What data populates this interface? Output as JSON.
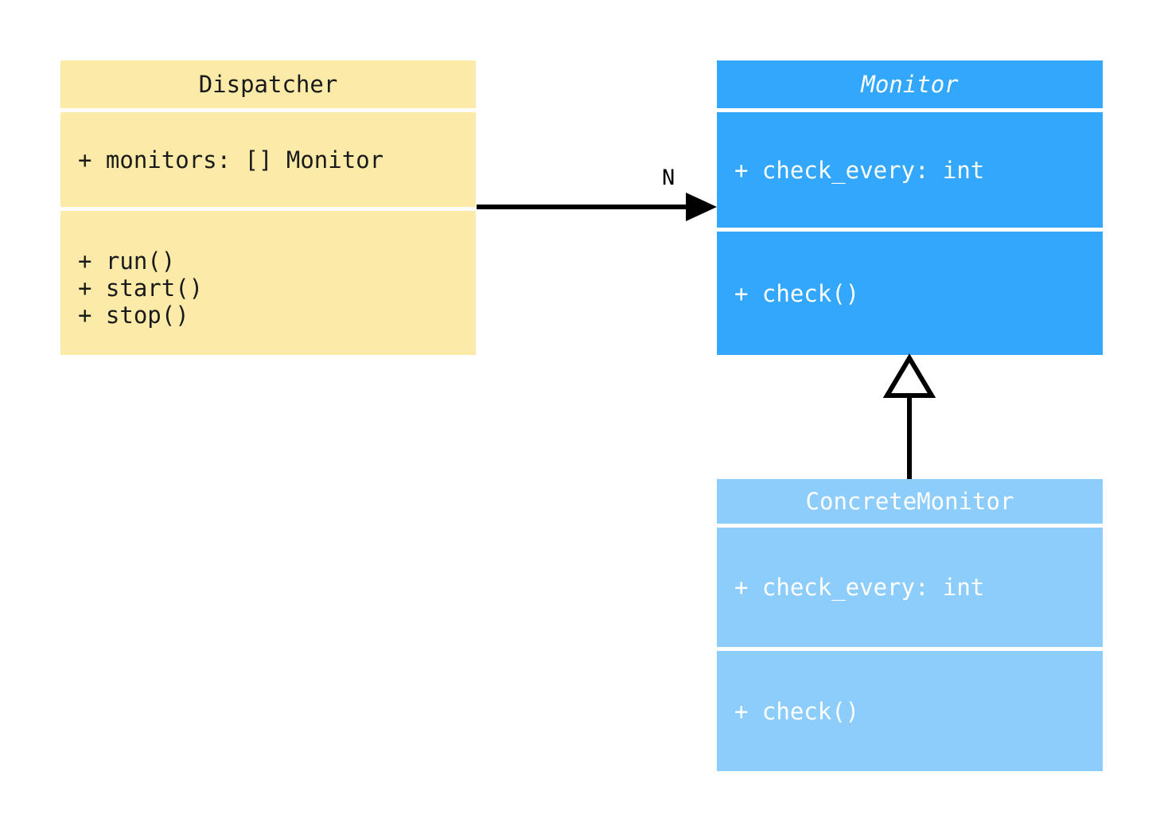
{
  "diagram": {
    "type": "uml-class-diagram",
    "background": "#ffffff",
    "classes": [
      {
        "id": "dispatcher",
        "name": "Dispatcher",
        "abstract": false,
        "fill": "#fceba8",
        "text_color": "#1a1a1a",
        "attributes": [
          "+ monitors: [] Monitor"
        ],
        "methods": [
          "+ run()",
          "+ start()",
          "+ stop()"
        ]
      },
      {
        "id": "monitor",
        "name": "Monitor",
        "abstract": true,
        "fill": "#33a7fc",
        "text_color": "#ffffff",
        "attributes": [
          "+ check_every: int"
        ],
        "methods": [
          "+ check()"
        ]
      },
      {
        "id": "concrete_monitor",
        "name": "ConcreteMonitor",
        "abstract": false,
        "fill": "#8ccdfc",
        "text_color": "#ffffff",
        "attributes": [
          "+ check_every: int"
        ],
        "methods": [
          "+ check()"
        ]
      }
    ],
    "relationships": [
      {
        "id": "dispatcher-to-monitor",
        "kind": "association",
        "from": "Dispatcher",
        "to": "Monitor",
        "multiplicity_label": "N",
        "arrowhead": "solid-filled"
      },
      {
        "id": "concrete-to-monitor",
        "kind": "generalization",
        "from": "ConcreteMonitor",
        "to": "Monitor",
        "multiplicity_label": "",
        "arrowhead": "hollow-triangle"
      }
    ]
  }
}
